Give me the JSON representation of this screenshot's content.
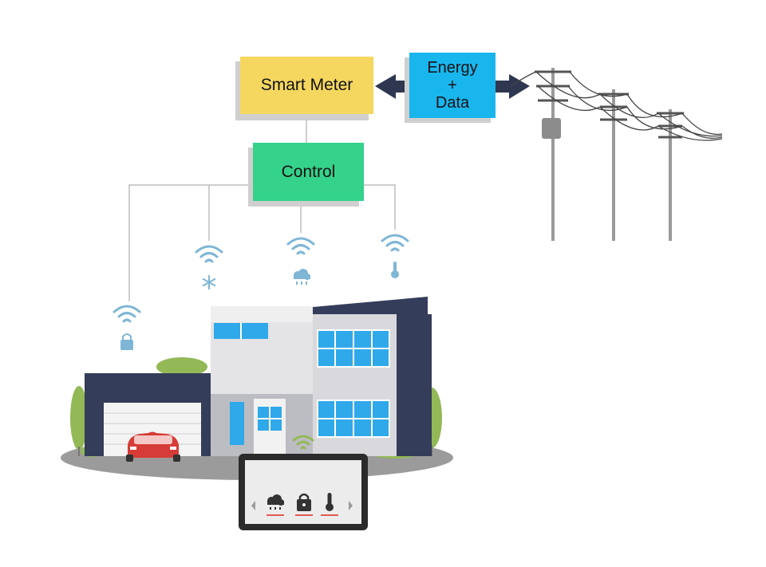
{
  "diagram": {
    "smart_meter_label": "Smart Meter",
    "energy_line1": "Energy",
    "energy_line2": "+",
    "energy_line3": "Data",
    "control_label": "Control"
  },
  "colors": {
    "meter": "#f5d760",
    "energy": "#19b6ee",
    "control": "#34d28b",
    "arrow": "#2e3650",
    "wifi": "#7fb6d6",
    "house_dark": "#343d59",
    "car": "#d63b37"
  },
  "icons": [
    "wifi-icon",
    "snowflake-icon",
    "cloud-rain-icon",
    "thermometer-icon",
    "lock-icon",
    "house-illustration",
    "car-illustration",
    "tablet-illustration",
    "utility-pole-icon"
  ]
}
